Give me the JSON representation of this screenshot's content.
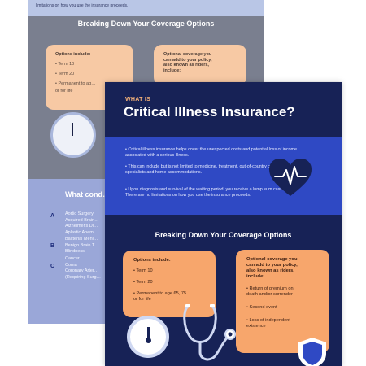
{
  "back_poster": {
    "top_strip_text": "limitations on how you use the insurance proceeds.",
    "section_title": "Breaking Down Your Coverage Options",
    "options_card": {
      "title": "Options include:",
      "items": [
        "• Term 10",
        "• Term 20",
        "• Permanent to ag…",
        "or for life"
      ]
    },
    "optional_card": {
      "title_lines": [
        "Optional coverage you",
        "can add to your policy,",
        "also known as riders,",
        "include:"
      ]
    },
    "conditions_heading": "What cond…",
    "conditions": [
      {
        "label": "A",
        "text": "Aortic Surgery\nAcquired Brain…\nAlzheimer's Di…\nAplastic Anemi…"
      },
      {
        "label": "B",
        "text": "Bacterial Meni…\nBenign Brain T…\nBlindness"
      },
      {
        "label": "C",
        "text": "Cancer\nComa\nCoronary Arter…\n(Requiring Surg…"
      }
    ]
  },
  "front_poster": {
    "eyebrow": "WHAT IS",
    "title": "Critical Illness Insurance?",
    "bullets": [
      "• Critical illness insurance helps cover the unexpected costs and potential loss of income associated with a serious illness.",
      "• This can include but is not limited to medicine, treatment, out-of-country care, travel, specialists and home accommodations.",
      "• Upon diagnosis and survival of the waiting period, you receive a lump sum cash benefit. There are no limitations on how you use the insurance proceeds."
    ],
    "section_title": "Breaking Down Your Coverage Options",
    "options_card": {
      "title": "Options include:",
      "items": [
        "• Term 10",
        "• Term 20",
        "• Permanent to age 65, 75",
        "  or for life"
      ]
    },
    "optional_card": {
      "title_lines": [
        "Optional coverage you",
        "can add to your policy,",
        "also known as riders,",
        "include:"
      ],
      "items": [
        "• Return of premium on",
        "  death and/or surrender",
        "• Second event",
        "• Loss of independent",
        "  existence"
      ]
    },
    "icons": [
      "heart-rate-icon",
      "clock-icon",
      "stethoscope-icon",
      "shield-icon"
    ]
  },
  "colors": {
    "navy": "#172256",
    "blue": "#2f49c4",
    "peach": "#f7a66c",
    "eyebrow": "#f6b37a"
  }
}
